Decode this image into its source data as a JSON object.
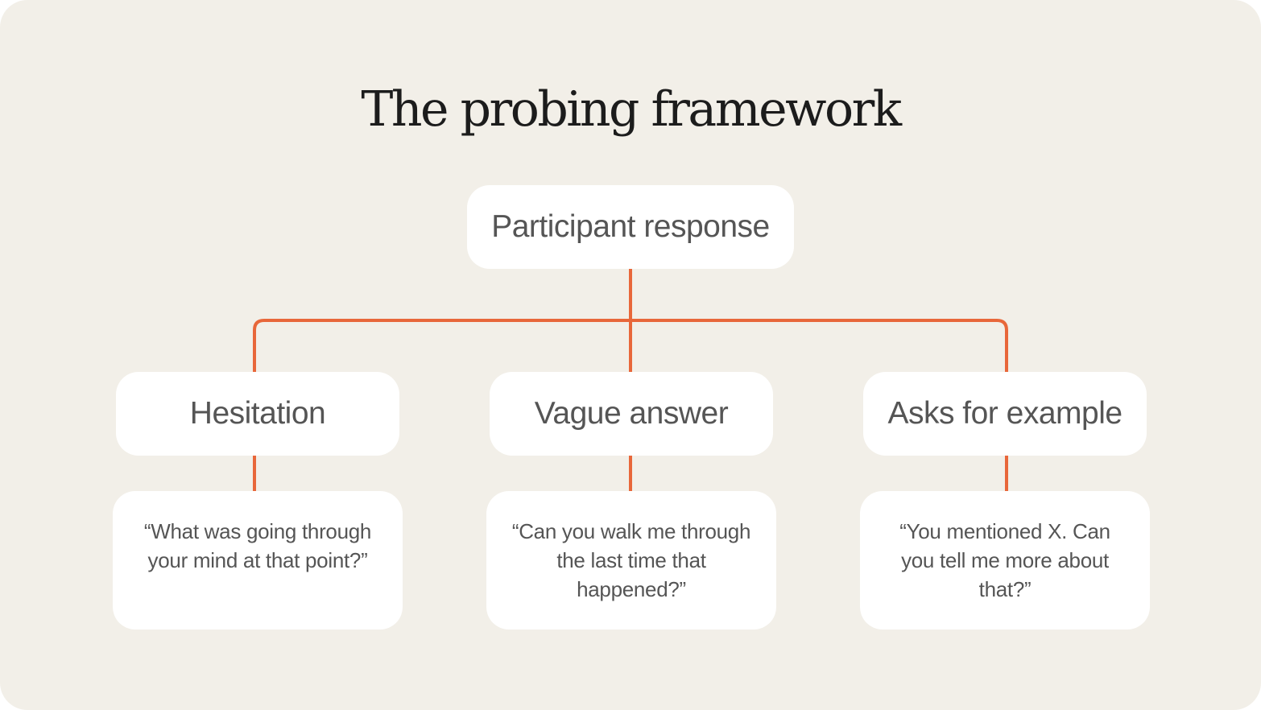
{
  "title": "The probing framework",
  "root": {
    "label": "Participant response"
  },
  "branches": [
    {
      "label": "Hesitation",
      "probe": "“What was going through your mind at that point?”"
    },
    {
      "label": "Vague answer",
      "probe": "“Can you walk me through the last time that happened?”"
    },
    {
      "label": "Asks for example",
      "probe": "“You mentioned X. Can you tell me more about that?”"
    }
  ],
  "colors": {
    "background": "#f2efe8",
    "node": "#ffffff",
    "connector": "#e8673a",
    "title_text": "#1c1c1c",
    "node_text": "#555555"
  }
}
